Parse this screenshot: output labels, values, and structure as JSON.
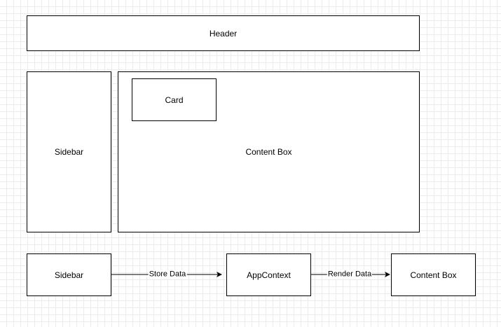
{
  "layout_diagram": {
    "header": "Header",
    "sidebar": "Sidebar",
    "content_box": "Content Box",
    "card": "Card"
  },
  "flow_diagram": {
    "sidebar": "Sidebar",
    "app_context": "AppContext",
    "content_box": "Content Box",
    "edge_store": "Store Data",
    "edge_render": "Render Data"
  },
  "colors": {
    "stroke": "#000000",
    "fill": "#ffffff",
    "grid": "#ececec"
  }
}
